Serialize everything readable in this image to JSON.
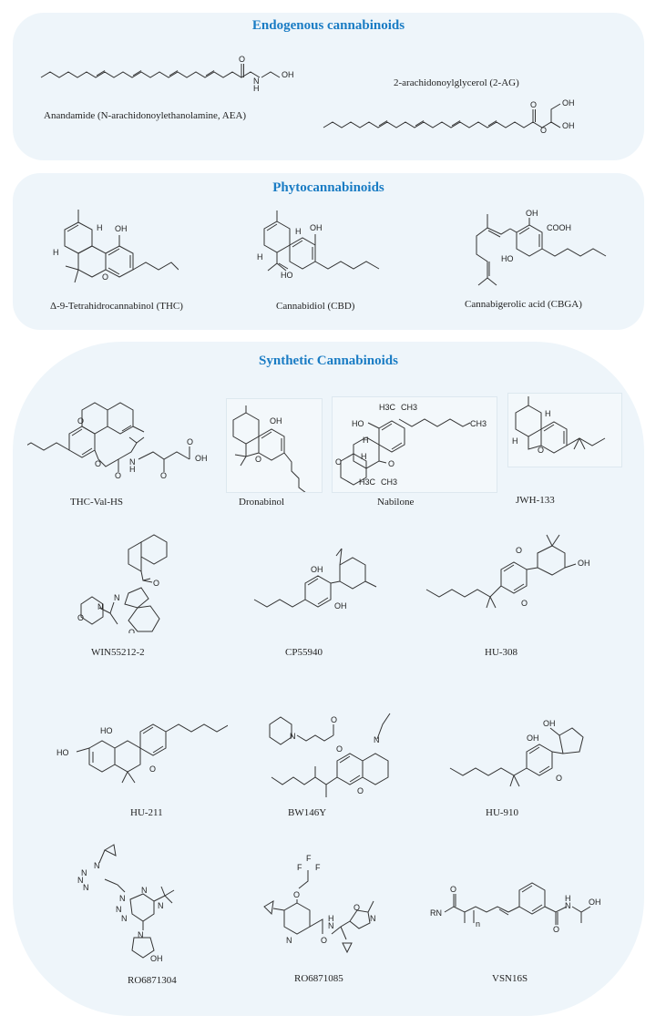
{
  "figure": {
    "title": "Endogenous, phytocannabinoid and synthetic cannabinoid structures",
    "colors": {
      "panel_bg": "#eef5fa",
      "title_color": "#1a7cc4",
      "text": "#1a1a1a"
    }
  },
  "sections": {
    "endogenous": {
      "title": "Endogenous cannabinoids",
      "compounds": [
        {
          "name": "Anandamide (N-arachidonoylethanolamine, AEA)",
          "atom_labels": [
            "O",
            "N",
            "H",
            "OH"
          ]
        },
        {
          "name": "2-arachidonoylglycerol (2-AG)",
          "atom_labels": [
            "O",
            "O",
            "OH",
            "OH"
          ]
        }
      ]
    },
    "phyto": {
      "title": "Phytocannabinoids",
      "compounds": [
        {
          "name": "Δ-9-Tetrahidrocannabinol (THC)",
          "atom_labels": [
            "OH",
            "H",
            "H",
            "O"
          ]
        },
        {
          "name": "Cannabidiol (CBD)",
          "atom_labels": [
            "OH",
            "H",
            "H",
            "HO"
          ]
        },
        {
          "name": "Cannabigerolic acid (CBGA)",
          "atom_labels": [
            "OH",
            "COOH",
            "HO"
          ]
        }
      ]
    },
    "synthetic": {
      "title": "Synthetic Cannabinoids",
      "compounds": [
        {
          "name": "THC-Val-HS",
          "atom_labels": [
            "O",
            "O",
            "O",
            "N",
            "H",
            "O",
            "O",
            "OH"
          ]
        },
        {
          "name": "Dronabinol",
          "atom_labels": [
            "OH",
            "O"
          ]
        },
        {
          "name": "Nabilone",
          "atom_labels": [
            "HO",
            "H3C",
            "CH3",
            "CH3",
            "O",
            "H",
            "H",
            "O",
            "H3C",
            "CH3"
          ]
        },
        {
          "name": "JWH-133",
          "atom_labels": [
            "H",
            "H",
            "O"
          ]
        },
        {
          "name": "WIN55212-2",
          "atom_labels": [
            "O",
            "N",
            "N",
            "O",
            "O"
          ]
        },
        {
          "name": "CP55940",
          "atom_labels": [
            "OH",
            "OH"
          ]
        },
        {
          "name": "HU-308",
          "atom_labels": [
            "O",
            "O",
            "OH"
          ]
        },
        {
          "name": "HU-211",
          "atom_labels": [
            "HO",
            "HO",
            "O"
          ]
        },
        {
          "name": "BW146Y",
          "atom_labels": [
            "N",
            "O",
            "O",
            "N",
            "O"
          ]
        },
        {
          "name": "HU-910",
          "atom_labels": [
            "OH",
            "OH",
            "O"
          ]
        },
        {
          "name": "RO6871304",
          "atom_labels": [
            "N",
            "N",
            "N",
            "N",
            "N",
            "N",
            "N",
            "N",
            "N",
            "N",
            "OH"
          ]
        },
        {
          "name": "RO6871085",
          "atom_labels": [
            "F",
            "F",
            "F",
            "O",
            "N",
            "H",
            "N",
            "O",
            "N",
            "O"
          ]
        },
        {
          "name": "VSN16S",
          "atom_labels": [
            "O",
            "RN",
            "n",
            "H",
            "N",
            "O",
            "OH"
          ]
        }
      ]
    }
  }
}
